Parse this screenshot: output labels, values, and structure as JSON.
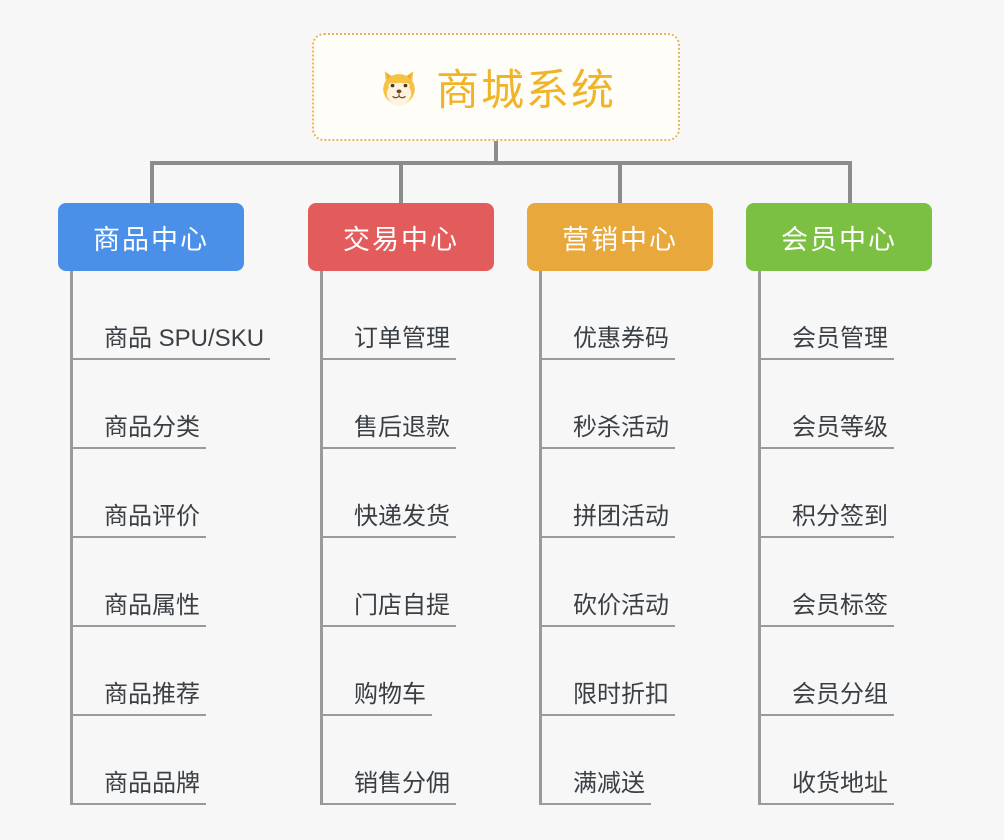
{
  "background_color": "#f7f7f7",
  "root": {
    "icon": "shiba-dog-face-icon",
    "title": "商城系统",
    "title_color": "#f0b429",
    "border_color": "#e8b45c"
  },
  "connector_color": "#8c8c8c",
  "branches": [
    {
      "id": "product-center",
      "label": "商品中心",
      "color": "#4a90e8",
      "leaves": [
        "商品 SPU/SKU",
        "商品分类",
        "商品评价",
        "商品属性",
        "商品推荐",
        "商品品牌"
      ]
    },
    {
      "id": "trade-center",
      "label": "交易中心",
      "color": "#e35c5c",
      "leaves": [
        "订单管理",
        "售后退款",
        "快递发货",
        "门店自提",
        "购物车",
        "销售分佣"
      ]
    },
    {
      "id": "marketing-center",
      "label": "营销中心",
      "color": "#e8a83c",
      "leaves": [
        "优惠券码",
        "秒杀活动",
        "拼团活动",
        "砍价活动",
        "限时折扣",
        "满减送"
      ]
    },
    {
      "id": "member-center",
      "label": "会员中心",
      "color": "#7bc043",
      "leaves": [
        "会员管理",
        "会员等级",
        "积分签到",
        "会员标签",
        "会员分组",
        "收货地址"
      ]
    }
  ]
}
